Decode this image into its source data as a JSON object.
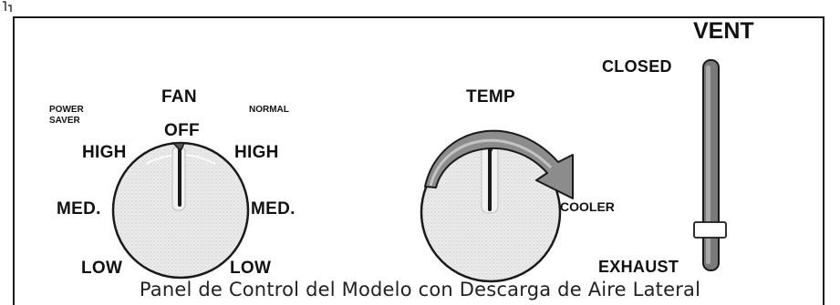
{
  "fan": {
    "title": "FAN",
    "off": "OFF",
    "power_saver": [
      "POWER",
      "SAVER"
    ],
    "normal": "NORMAL",
    "left_high": "HIGH",
    "left_med": "MED.",
    "left_low": "LOW",
    "right_high": "HIGH",
    "right_med": "MED.",
    "right_low": "LOW"
  },
  "temp": {
    "title": "TEMP",
    "cooler": "COOLER"
  },
  "vent": {
    "title": "VENT",
    "closed": "CLOSED",
    "exhaust": "EXHAUST"
  },
  "caption": "Panel de Control del Modelo con Descarga de Aire Lateral",
  "colors": {
    "line": "#1a1a1a",
    "knob_fill": "#e6e6e6",
    "arrow_fill": "#8a8a8a",
    "slider_fill": "#7a7a7a"
  }
}
